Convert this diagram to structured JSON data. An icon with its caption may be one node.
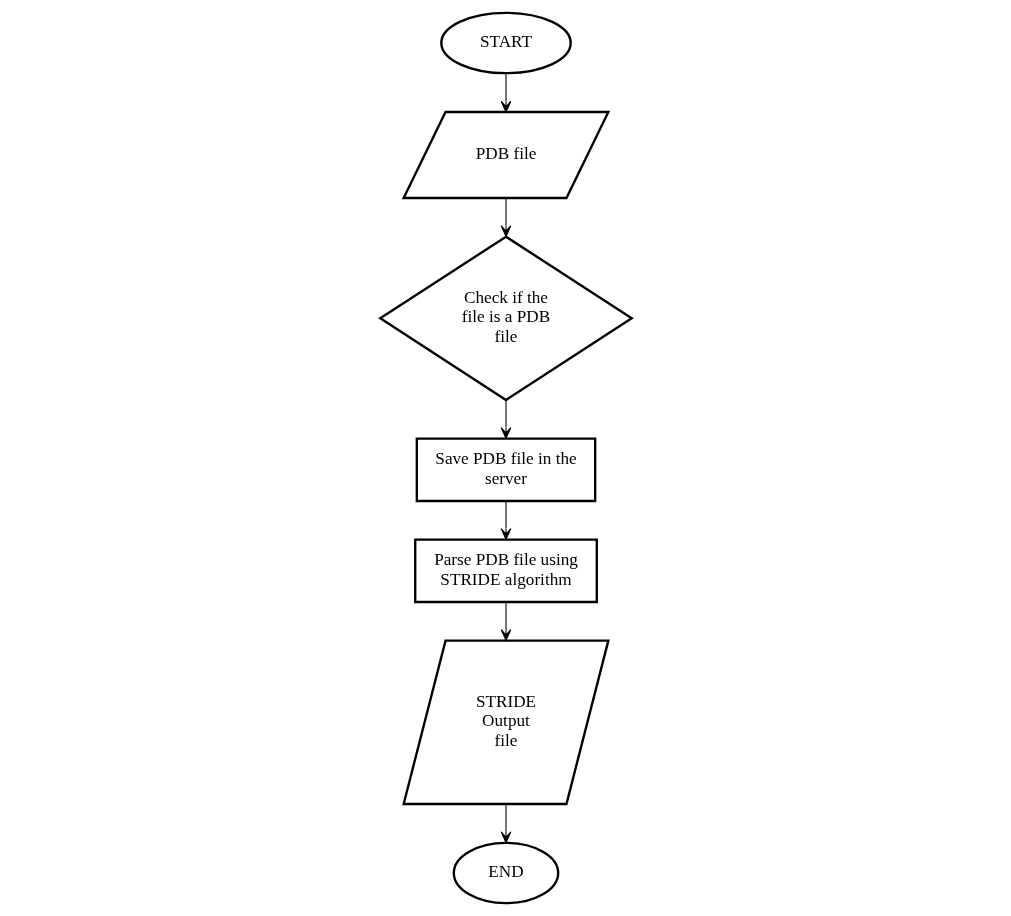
{
  "diagram": {
    "nodes": [
      {
        "text": [
          "START"
        ]
      },
      {
        "text": [
          "PDB file"
        ]
      },
      {
        "text": [
          "Check if the file is a PDB file"
        ]
      },
      {
        "text": [
          "Save PDB file in the server"
        ]
      },
      {
        "text": [
          "Parse PDB file using STRIDE algorithm"
        ]
      },
      {
        "text": [
          "STRIDE Output file"
        ]
      },
      {
        "text": [
          "END"
        ]
      }
    ],
    "edges": [
      {
        "from": 0,
        "to": 1,
        "arrow": "to"
      },
      {
        "from": 1,
        "to": 2,
        "arrow": "to"
      },
      {
        "from": 2,
        "to": 3,
        "arrow": "to"
      },
      {
        "from": 3,
        "to": 4,
        "arrow": "to"
      },
      {
        "from": 4,
        "to": 5,
        "arrow": "to"
      },
      {
        "from": 5,
        "to": 6,
        "arrow": "to"
      }
    ]
  }
}
